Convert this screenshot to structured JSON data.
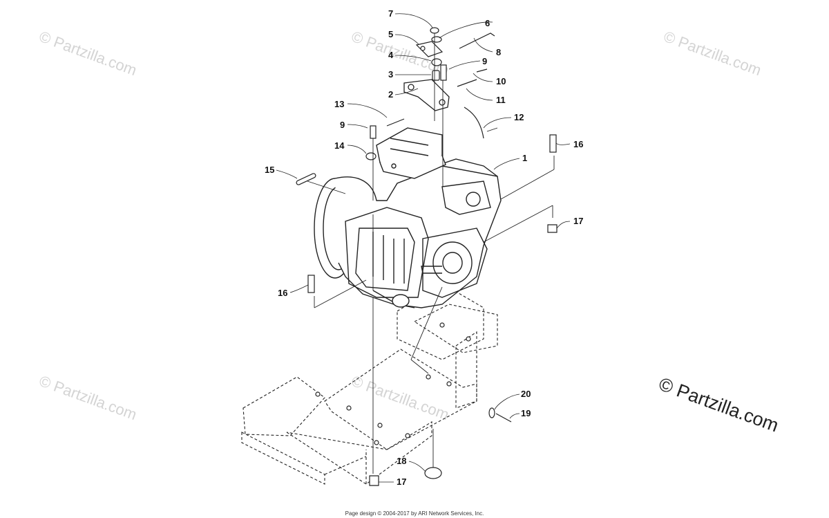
{
  "watermark": "© Partzilla.com",
  "logo": "© Partzilla.com",
  "footer": "Page design © 2004-2017 by ARI Network Services, Inc.",
  "callouts": [
    "7",
    "6",
    "5",
    "8",
    "4",
    "9",
    "3",
    "10",
    "2",
    "11",
    "13",
    "12",
    "9",
    "16",
    "14",
    "1",
    "15",
    "17",
    "16",
    "20",
    "19",
    "18",
    "17"
  ]
}
